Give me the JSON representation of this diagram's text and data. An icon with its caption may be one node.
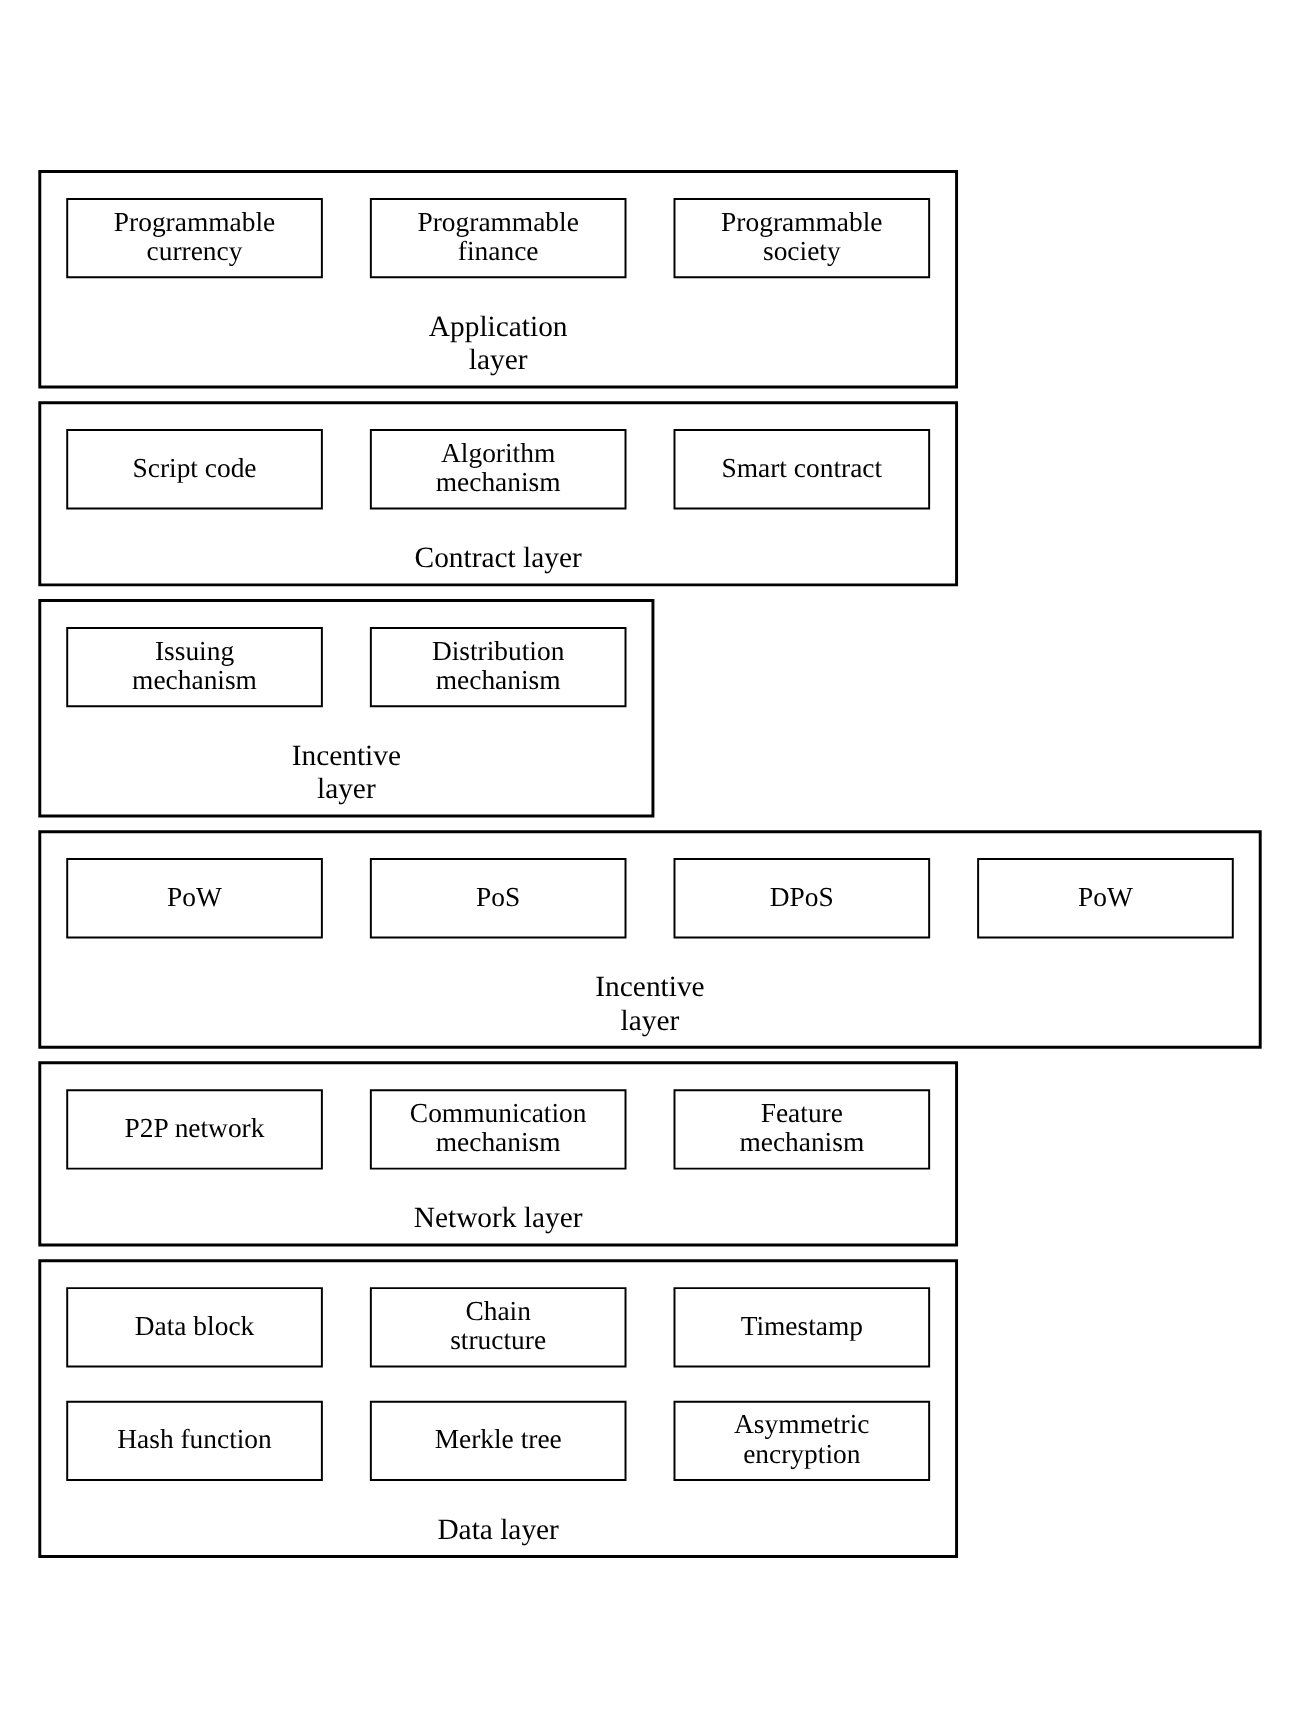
{
  "diagram": {
    "nodes": [
      {
        "text": [
          "Application layer"
        ]
      },
      {
        "text": [
          "Programmable currency"
        ],
        "in": 0
      },
      {
        "text": [
          "Programmable finance"
        ],
        "in": 0
      },
      {
        "text": [
          "Programmable society"
        ],
        "in": 0
      },
      {
        "text": [
          "Contract layer"
        ]
      },
      {
        "text": [
          "Script code"
        ],
        "in": 4
      },
      {
        "text": [
          "Algorithm mechanism"
        ],
        "in": 4
      },
      {
        "text": [
          "Smart contract"
        ],
        "in": 4
      },
      {
        "text": [
          "Incentive layer"
        ]
      },
      {
        "text": [
          "Issuing mechanism"
        ],
        "in": 8
      },
      {
        "text": [
          "Distribution mechanism"
        ],
        "in": 8
      },
      {
        "text": [
          "Incentive layer"
        ]
      },
      {
        "text": [
          "PoW"
        ],
        "in": 11
      },
      {
        "text": [
          "PoS"
        ],
        "in": 11
      },
      {
        "text": [
          "DPoS"
        ],
        "in": 11
      },
      {
        "text": [
          "PoW"
        ],
        "in": 11
      },
      {
        "text": [
          "Network layer"
        ]
      },
      {
        "text": [
          "P2P network"
        ],
        "in": 16
      },
      {
        "text": [
          "Communication mechanism"
        ],
        "in": 16
      },
      {
        "text": [
          "Feature mechanism"
        ],
        "in": 16
      },
      {
        "text": [
          "Data layer"
        ]
      },
      {
        "text": [
          "Data block"
        ],
        "in": 20
      },
      {
        "text": [
          "Chain structure"
        ],
        "in": 20
      },
      {
        "text": [
          "Timestamp"
        ],
        "in": 20
      },
      {
        "text": [
          "Hash function"
        ],
        "in": 20
      },
      {
        "text": [
          "Merkle tree"
        ],
        "in": 20
      },
      {
        "text": [
          "Asymmetric encryption"
        ],
        "in": 20
      }
    ],
    "edges": []
  }
}
